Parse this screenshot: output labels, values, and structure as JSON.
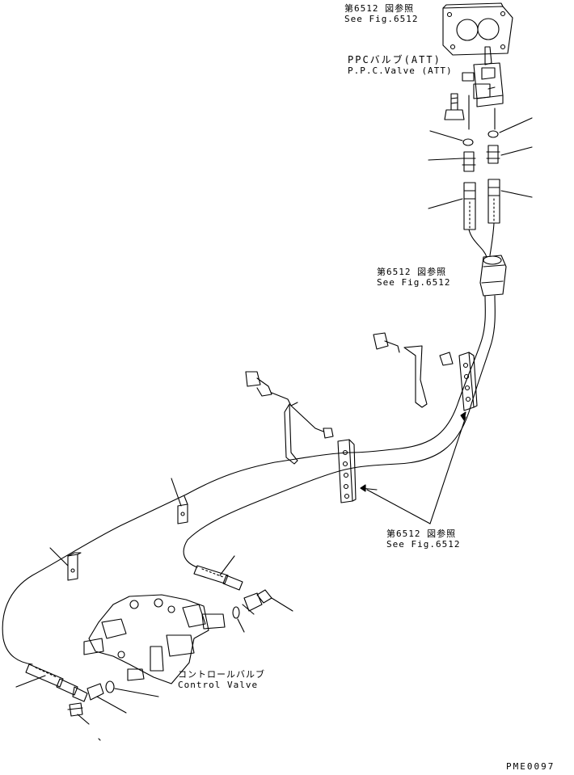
{
  "labels": {
    "top_ref": {
      "jp": "第6512 図参照",
      "en": "See Fig.6512"
    },
    "ppc_valve": {
      "jp": "PPCバルブ(ATT)",
      "en": "P.P.C.Valve (ATT)"
    },
    "mid_ref": {
      "jp": "第6512 図参照",
      "en": "See Fig.6512"
    },
    "lower_ref": {
      "jp": "第6512 図参照",
      "en": "See Fig.6512"
    },
    "control_valve": {
      "jp": "コントロールバルブ",
      "en": "Control Valve"
    },
    "drawing_code": "PME0097"
  }
}
